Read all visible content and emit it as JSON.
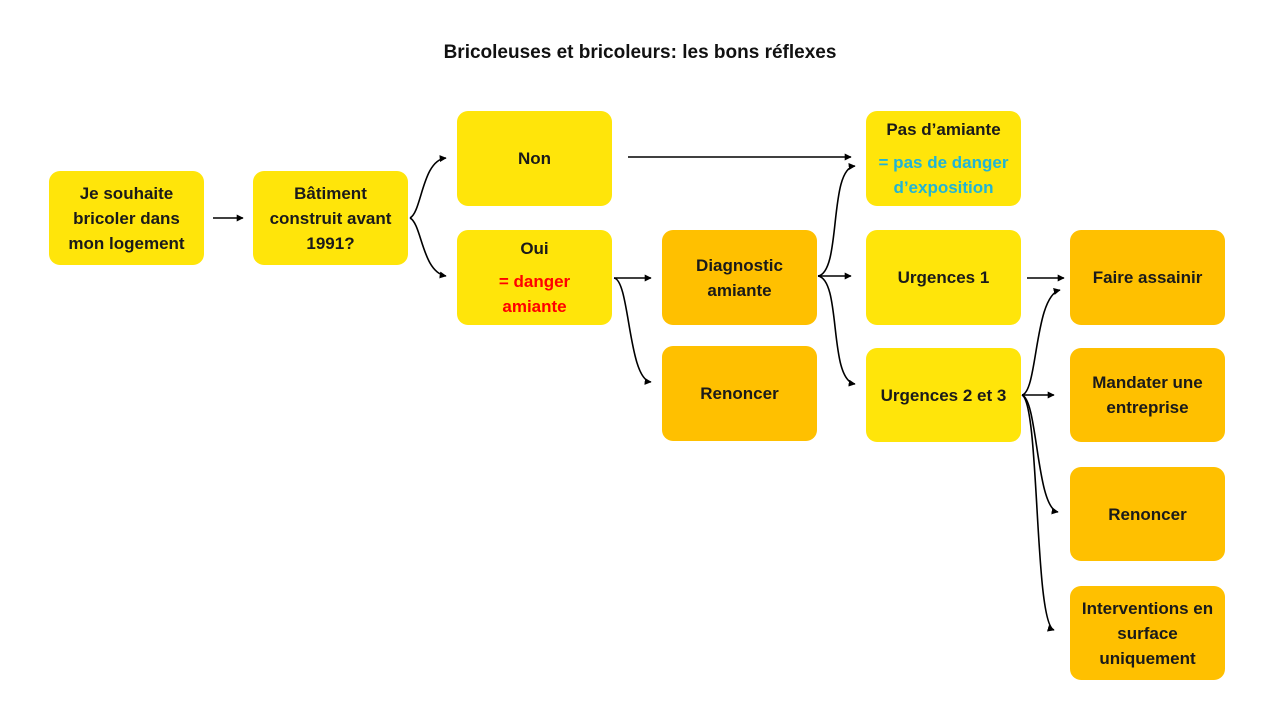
{
  "title": "Bricoleuses et bricoleurs: les bons réflexes",
  "nodes": {
    "start": "Je souhaite bricoler dans mon logement",
    "built_before": "Bâtiment construit avant 1991?",
    "no": "Non",
    "yes": "Oui",
    "yes_note": "= danger amiante",
    "diagnostic": "Diagnostic amiante",
    "renounce_1": "Renoncer",
    "no_asbestos": "Pas d’amiante",
    "no_asbestos_note": "= pas de danger d’exposition",
    "urgency_1": "Urgences 1",
    "urgency_23": "Urgences 2 et 3",
    "remediate": "Faire assainir",
    "hire_company": "Mandater une entreprise",
    "renounce_2": "Renoncer",
    "surface_only": "Interventions en surface uniquement"
  },
  "colors": {
    "yellow": "#ffe50a",
    "orange": "#ffc000",
    "danger_text": "#ff0000",
    "safe_text": "#21b4d6"
  }
}
